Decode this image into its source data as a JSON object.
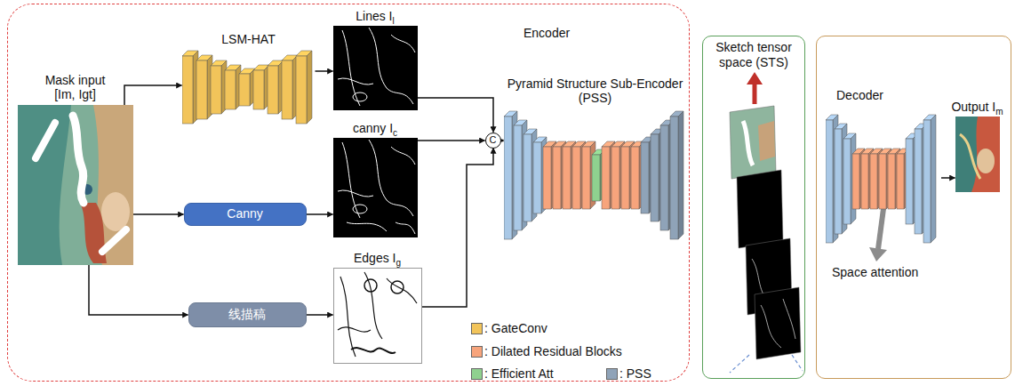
{
  "diagram": {
    "nodes": [
      {
        "text": [
          "Encoder"
        ]
      },
      {
        "text": [
          "Mask input",
          "[Im, Igt]"
        ],
        "in": 0
      },
      {
        "text": [
          "LSM-HAT"
        ],
        "in": 0
      },
      {
        "text": [
          "Lines Il"
        ],
        "in": 0
      },
      {
        "text": [
          "Canny"
        ],
        "in": 0
      },
      {
        "text": [
          "canny Ic"
        ],
        "in": 0
      },
      {
        "text": [
          "线描稿"
        ],
        "in": 0
      },
      {
        "text": [
          "Edges Ig"
        ],
        "in": 0
      },
      {
        "text": [
          "C"
        ],
        "in": 0
      },
      {
        "text": [
          "Pyramid Structure Sub-Encoder (PSS)"
        ],
        "in": 0
      },
      {
        "text": [
          "Sketch tensor space (STS)"
        ]
      },
      {
        "text": [
          "Decoder"
        ]
      },
      {
        "text": [
          "Output Im"
        ],
        "in": 11
      }
    ],
    "edges": [
      {
        "from": 1,
        "to": 2,
        "arrow": "to"
      },
      {
        "from": 1,
        "to": 4,
        "arrow": "to"
      },
      {
        "from": 1,
        "to": 6,
        "arrow": "to"
      },
      {
        "from": 2,
        "to": 3,
        "arrow": "to"
      },
      {
        "from": 4,
        "to": 5,
        "arrow": "to"
      },
      {
        "from": 6,
        "to": 7,
        "arrow": "to"
      },
      {
        "from": 3,
        "to": 8,
        "arrow": "to"
      },
      {
        "from": 5,
        "to": 8,
        "arrow": "to"
      },
      {
        "from": 7,
        "to": 8,
        "arrow": "to"
      },
      {
        "from": 8,
        "to": 9,
        "arrow": "to"
      },
      {
        "from": 11,
        "to": 12,
        "arrow": "to"
      }
    ],
    "labels": [
      "Space attention"
    ],
    "legend": [
      {
        "text": ": GateConv",
        "color": "#f2c45a"
      },
      {
        "text": ": Dilated Residual Blocks",
        "color": "#f7a47c"
      },
      {
        "text": ": Efficient Att",
        "color": "#8fd18f"
      },
      {
        "text": ": PSS",
        "color": "#8fa3b8"
      }
    ]
  }
}
